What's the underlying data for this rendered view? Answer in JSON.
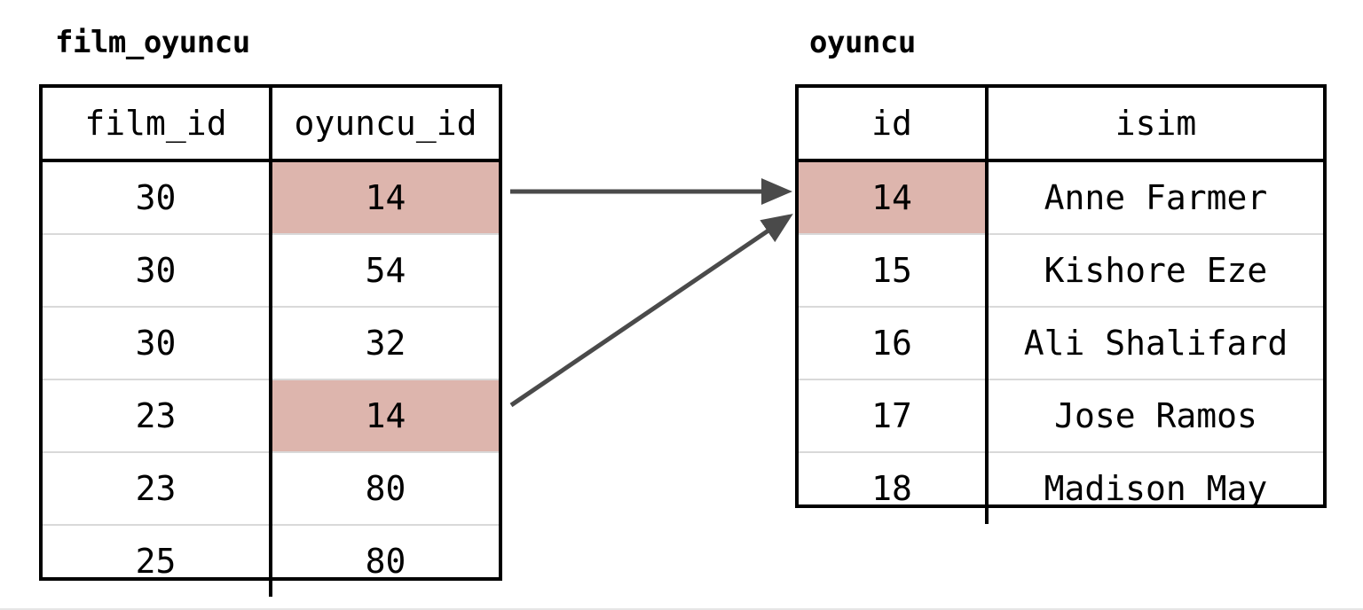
{
  "diagram": {
    "title_left": "film_oyuncu",
    "title_right": "oyuncu",
    "highlight_color": "#ddb5ad",
    "arrow_color": "#4a4a4a",
    "border_color": "#000000"
  },
  "film_oyuncu": {
    "name": "film_oyuncu",
    "columns": [
      "film_id",
      "oyuncu_id"
    ],
    "rows": [
      {
        "film_id": "30",
        "oyuncu_id": "14",
        "highlight": true
      },
      {
        "film_id": "30",
        "oyuncu_id": "54",
        "highlight": false
      },
      {
        "film_id": "30",
        "oyuncu_id": "32",
        "highlight": false
      },
      {
        "film_id": "23",
        "oyuncu_id": "14",
        "highlight": true
      },
      {
        "film_id": "23",
        "oyuncu_id": "80",
        "highlight": false
      },
      {
        "film_id": "25",
        "oyuncu_id": "80",
        "highlight": false
      }
    ]
  },
  "oyuncu": {
    "name": "oyuncu",
    "columns": [
      "id",
      "isim"
    ],
    "rows": [
      {
        "id": "14",
        "isim": "Anne Farmer",
        "highlight": true
      },
      {
        "id": "15",
        "isim": "Kishore Eze",
        "highlight": false
      },
      {
        "id": "16",
        "isim": "Ali Shalifard",
        "highlight": false
      },
      {
        "id": "17",
        "isim": "Jose Ramos",
        "highlight": false
      },
      {
        "id": "18",
        "isim": "Madison May",
        "highlight": false
      }
    ]
  },
  "arrows": [
    {
      "name": "fk-arrow-row1",
      "from_value": "14",
      "to_value": "14",
      "shape": "horizontal"
    },
    {
      "name": "fk-arrow-row4",
      "from_value": "14",
      "to_value": "14",
      "shape": "diagonal"
    }
  ]
}
